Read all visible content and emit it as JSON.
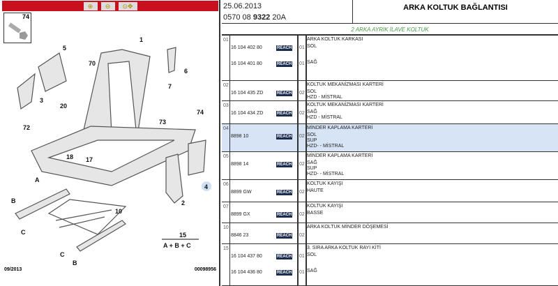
{
  "toolbar": {
    "zoom_in": "zoom-in",
    "zoom_out": "zoom-out",
    "zoom_pan": "zoom-pan"
  },
  "diagram": {
    "thumb_ref": "74",
    "callouts": [
      "1",
      "5",
      "6",
      "70",
      "3",
      "7",
      "20",
      "74",
      "72",
      "73",
      "18",
      "17",
      "4",
      "2",
      "A",
      "B",
      "10",
      "C",
      "C",
      "B"
    ],
    "formula_num": "15",
    "formula": "A + B + C",
    "footer_date": "09/2013",
    "footer_id": "00098956"
  },
  "header": {
    "date": "25.06.2013",
    "ref_prefix": "0570 08 ",
    "ref_bold": "9322",
    "ref_suffix": " 20A",
    "title": "ARKA KOLTUK BAĞLANTISI",
    "subtitle": "2 ARKA AYRIK İLAVE KOLTUK"
  },
  "reach_label": "REACH",
  "rows": [
    {
      "num": "01",
      "title": "ARKA KOLTUK KARKASI",
      "parts": [
        {
          "part": "16 104 402 80",
          "qty": "01",
          "lines": [
            "SOL"
          ]
        },
        {
          "part": "16 104 401 80",
          "qty": "01",
          "lines": [
            "SAĞ"
          ]
        }
      ]
    },
    {
      "num": "02",
      "title": "KOLTUK MEKANİZMASI KARTERİ",
      "parts": [
        {
          "part": "16 104 435 ZD",
          "qty": "02",
          "lines": [
            "SOL",
            "HZD - MİSTRAL"
          ]
        }
      ]
    },
    {
      "num": "03",
      "title": "KOLTUK MEKANİZMASI KARTERİ",
      "parts": [
        {
          "part": "16 104 434 ZD",
          "qty": "02",
          "lines": [
            "SAĞ",
            "HZD - MİSTRAL"
          ]
        }
      ]
    },
    {
      "num": "04",
      "title": "MİNDER KAPLAMA KARTERİ",
      "parts": [
        {
          "part": "8898 10",
          "qty": "02",
          "lines": [
            "SOL",
            "SUP",
            "HZD- - MİSTRAL"
          ]
        }
      ]
    },
    {
      "num": "05",
      "title": "MİNDER KAPLAMA KARTERİ",
      "parts": [
        {
          "part": "8898 14",
          "qty": "02",
          "lines": [
            "SAĞ",
            "SUP",
            "HZD- - MİSTRAL"
          ]
        }
      ]
    },
    {
      "num": "06",
      "title": "KOLTUK KAYIŞI",
      "parts": [
        {
          "part": "8899 GW",
          "qty": "02",
          "lines": [
            "HAUTE"
          ]
        }
      ]
    },
    {
      "num": "07",
      "title": "KOLTUK KAYIŞI",
      "parts": [
        {
          "part": "8899 GX",
          "qty": "02",
          "lines": [
            "BASSE"
          ]
        }
      ]
    },
    {
      "num": "10",
      "title": "ARKA KOLTUK MİNDER DÖŞEMESİ",
      "parts": [
        {
          "part": "8846 23",
          "qty": "02",
          "lines": []
        }
      ]
    },
    {
      "num": "15",
      "title": "3. SIRA ARKA KOLTUK RAYI KİTİ",
      "parts": [
        {
          "part": "16 104 437 80",
          "qty": "01",
          "lines": [
            "SOL"
          ]
        },
        {
          "part": "16 104 436 80",
          "qty": "01",
          "lines": [
            "SAĞ"
          ]
        }
      ]
    }
  ]
}
